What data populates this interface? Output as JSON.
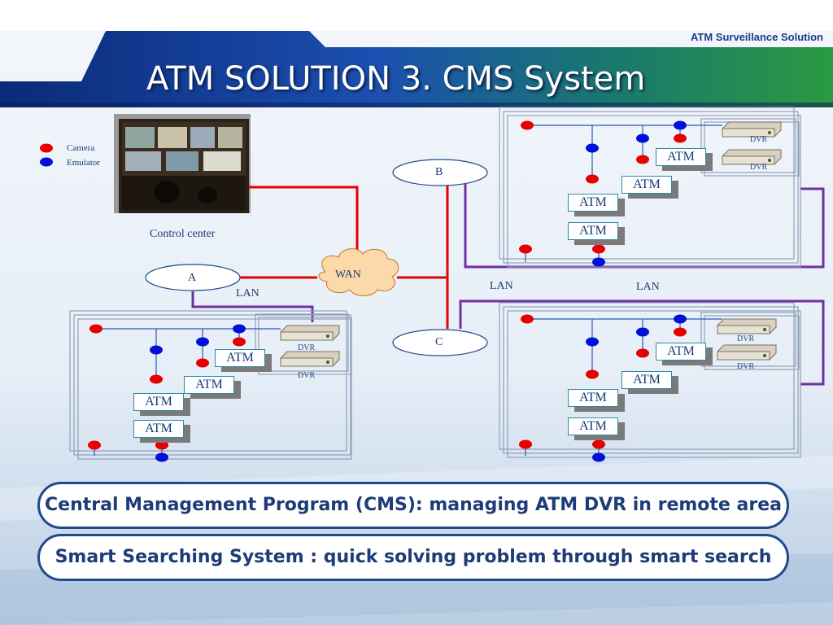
{
  "header": {
    "brand": "ATM Surveillance Solution",
    "title": "ATM SOLUTION 3. CMS System"
  },
  "legend": {
    "camera": "Camera",
    "emulator": "Emulator",
    "camera_color": "#e60000",
    "emulator_color": "#0010d8"
  },
  "diagram": {
    "control_center": "Control center",
    "wan": "WAN",
    "nodes": {
      "a": "A",
      "b": "B",
      "c": "C"
    },
    "lan": "LAN",
    "atm": "ATM",
    "dvr": "DVR"
  },
  "captions": {
    "cms": "Central Management Program (CMS): managing ATM DVR in remote area",
    "smart": "Smart Searching System : quick solving problem through smart search"
  },
  "colors": {
    "wan_link": "#e60000",
    "lan_link": "#7030a0",
    "accent": "#1e4a8c"
  }
}
